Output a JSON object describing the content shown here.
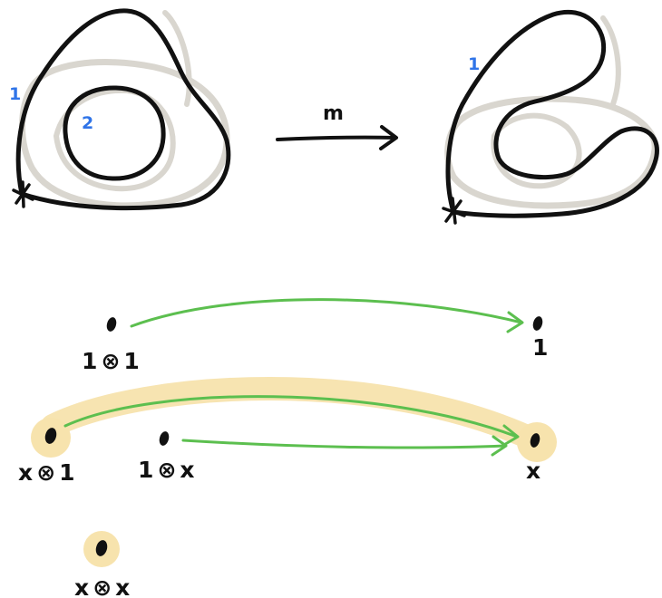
{
  "colors": {
    "ink": "#111111",
    "shadow": "#d9d6cf",
    "label_blue": "#2f74e8",
    "arrow_green": "#5cbf4f",
    "highlight": "#f7e3ad"
  },
  "top_diagram": {
    "left_surface": {
      "outer_loop_label": "1",
      "inner_loop_label": "2",
      "basepoint": "*"
    },
    "map_label": "m",
    "right_surface": {
      "loop_label": "1",
      "basepoint": "*"
    }
  },
  "bottom_diagram": {
    "nodes": [
      {
        "id": "1o1",
        "label": "1⊗1",
        "highlighted": false
      },
      {
        "id": "1",
        "label": "1",
        "highlighted": false
      },
      {
        "id": "xo1",
        "label": "x⊗1",
        "highlighted": true
      },
      {
        "id": "1ox",
        "label": "1⊗x",
        "highlighted": false
      },
      {
        "id": "x",
        "label": "x",
        "highlighted": true
      },
      {
        "id": "xox",
        "label": "x⊗x",
        "highlighted": true
      }
    ],
    "arrows": [
      {
        "from": "1o1",
        "to": "1",
        "highlighted": false
      },
      {
        "from": "xo1",
        "to": "x",
        "highlighted": true
      },
      {
        "from": "1ox",
        "to": "x",
        "highlighted": false
      }
    ]
  }
}
